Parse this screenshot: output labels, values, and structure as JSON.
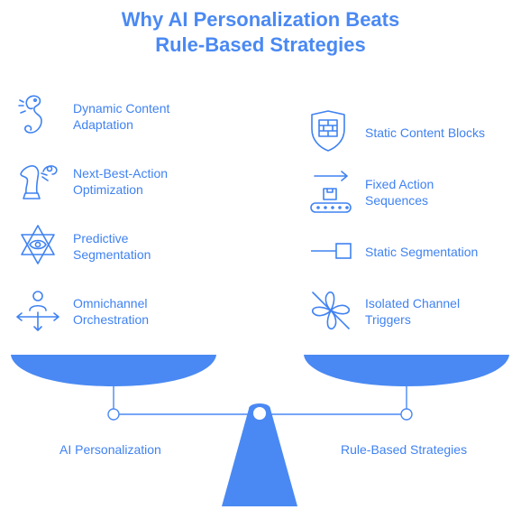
{
  "title": {
    "line1": "Why AI Personalization Beats",
    "line2": "Rule-Based Strategies"
  },
  "left": {
    "heading": "AI Personalization",
    "items": [
      {
        "line1": "Dynamic Content",
        "line2": "Adaptation",
        "icon": "seahorse-icon"
      },
      {
        "line1": "Next-Best-Action",
        "line2": "Optimization",
        "icon": "chess-knight-icon"
      },
      {
        "line1": "Predictive",
        "line2": "Segmentation",
        "icon": "star-eye-icon"
      },
      {
        "line1": "Omnichannel",
        "line2": "Orchestration",
        "icon": "person-arrows-icon"
      }
    ]
  },
  "right": {
    "heading": "Rule-Based Strategies",
    "items": [
      {
        "line1": "Static Content Blocks",
        "line2": "",
        "icon": "shield-brick-icon"
      },
      {
        "line1": "Fixed Action",
        "line2": "Sequences",
        "icon": "conveyor-arrow-icon"
      },
      {
        "line1": "Static Segmentation",
        "line2": "",
        "icon": "line-square-icon"
      },
      {
        "line1": "Isolated Channel",
        "line2": "Triggers",
        "icon": "crossed-fan-icon"
      }
    ]
  },
  "colors": {
    "accent": "#3f82f2",
    "pan": "#4a89f3"
  }
}
